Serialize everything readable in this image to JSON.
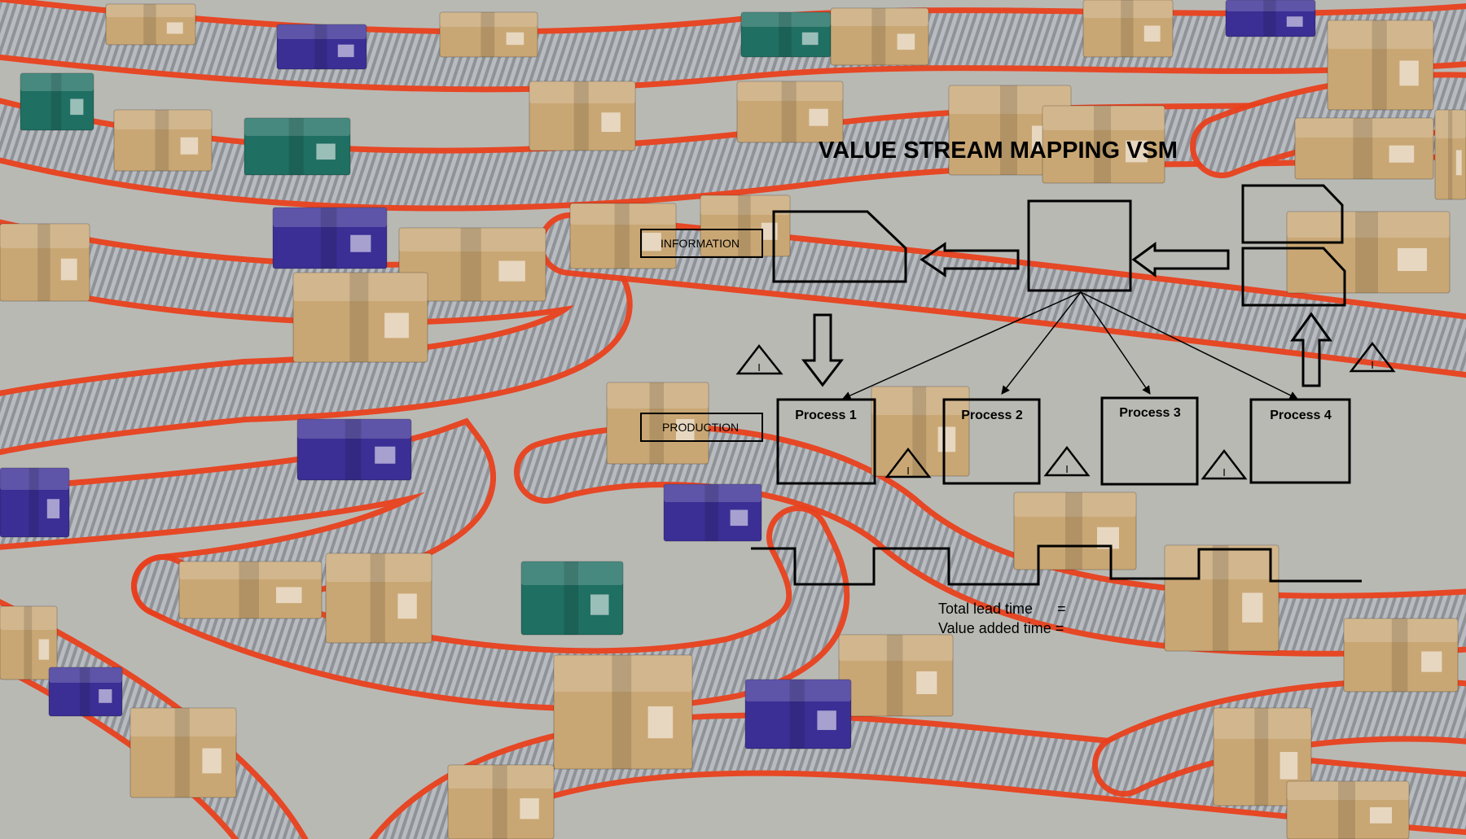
{
  "diagram": {
    "title": "VALUE STREAM MAPPING VSM",
    "information_label": "INFORMATION",
    "production_label": "PRODUCTION",
    "processes": [
      {
        "label": "Process 1"
      },
      {
        "label": "Process 2"
      },
      {
        "label": "Process 3"
      },
      {
        "label": "Process 4"
      }
    ],
    "inventory_marker": "I",
    "total_lead_time_label": "Total lead time      =",
    "value_added_time_label": "Value added time ="
  },
  "background": {
    "description_icon": "conveyor-belts-with-boxes",
    "floor_color": "#b9b9b4",
    "belt_rail_color": "#e8401e",
    "roller_color": "#8f9398",
    "box_kraft_color": "#c9a774",
    "box_blue_color": "#3b2f95",
    "box_green_color": "#1f6f62"
  }
}
